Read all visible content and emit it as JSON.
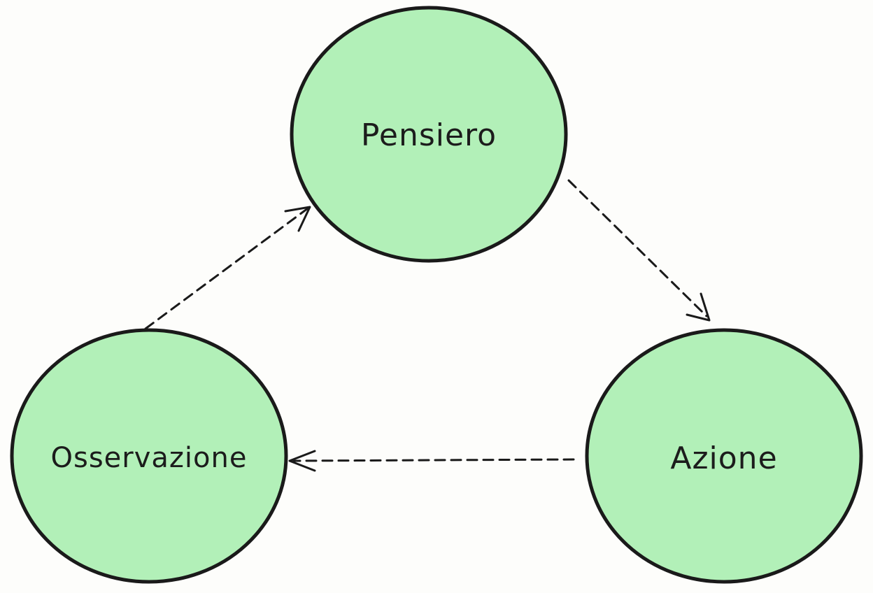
{
  "diagram": {
    "nodes": {
      "pensiero": {
        "label": "Pensiero"
      },
      "azione": {
        "label": "Azione"
      },
      "osservazione": {
        "label": "Osservazione"
      }
    },
    "edges": [
      {
        "from": "Pensiero",
        "to": "Azione",
        "style": "dashed"
      },
      {
        "from": "Azione",
        "to": "Osservazione",
        "style": "dashed"
      },
      {
        "from": "Osservazione",
        "to": "Pensiero",
        "style": "dashed"
      }
    ],
    "colors": {
      "node_fill": "#b2f0b8",
      "node_stroke": "#1a1a1a",
      "edge": "#1a1a1a",
      "background": "#fdfdfb"
    }
  }
}
